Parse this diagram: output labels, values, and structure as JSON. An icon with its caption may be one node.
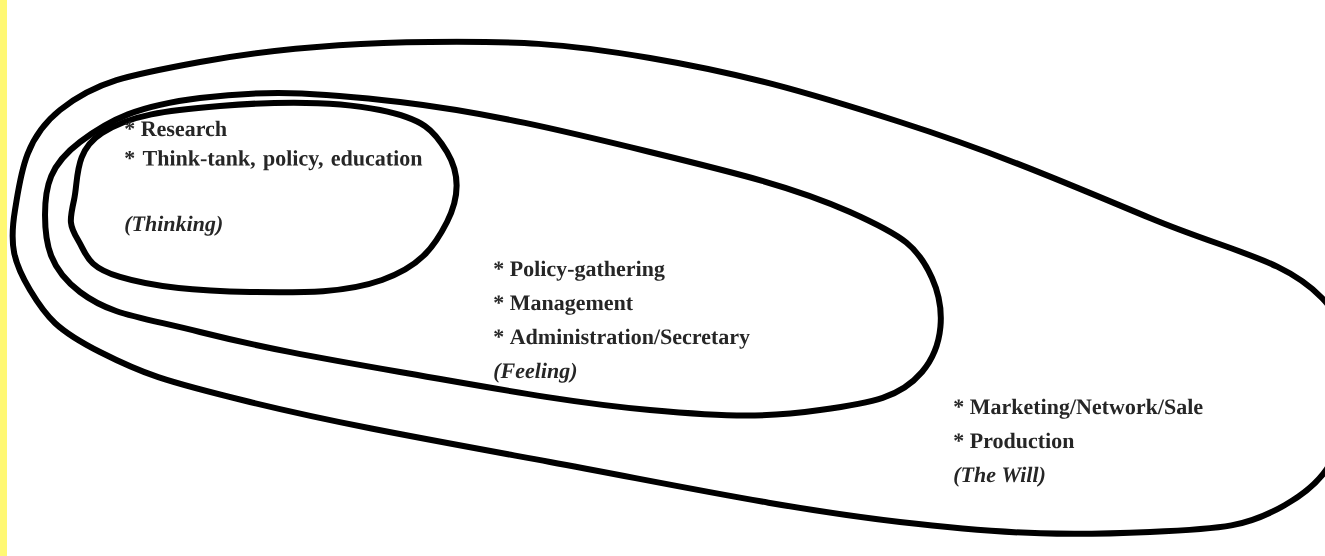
{
  "diagram": {
    "nodes": [
      {
        "text": [
          "* Marketing/Network/Sale",
          "* Production",
          "(The Will)"
        ]
      },
      {
        "text": [
          "* Policy-gathering",
          "* Management",
          "* Administration/Secretary",
          "(Feeling)"
        ],
        "in": 0
      },
      {
        "text": [
          "* Research",
          "* Think-tank, policy, education",
          "(Thinking)"
        ],
        "in": 1
      }
    ]
  }
}
